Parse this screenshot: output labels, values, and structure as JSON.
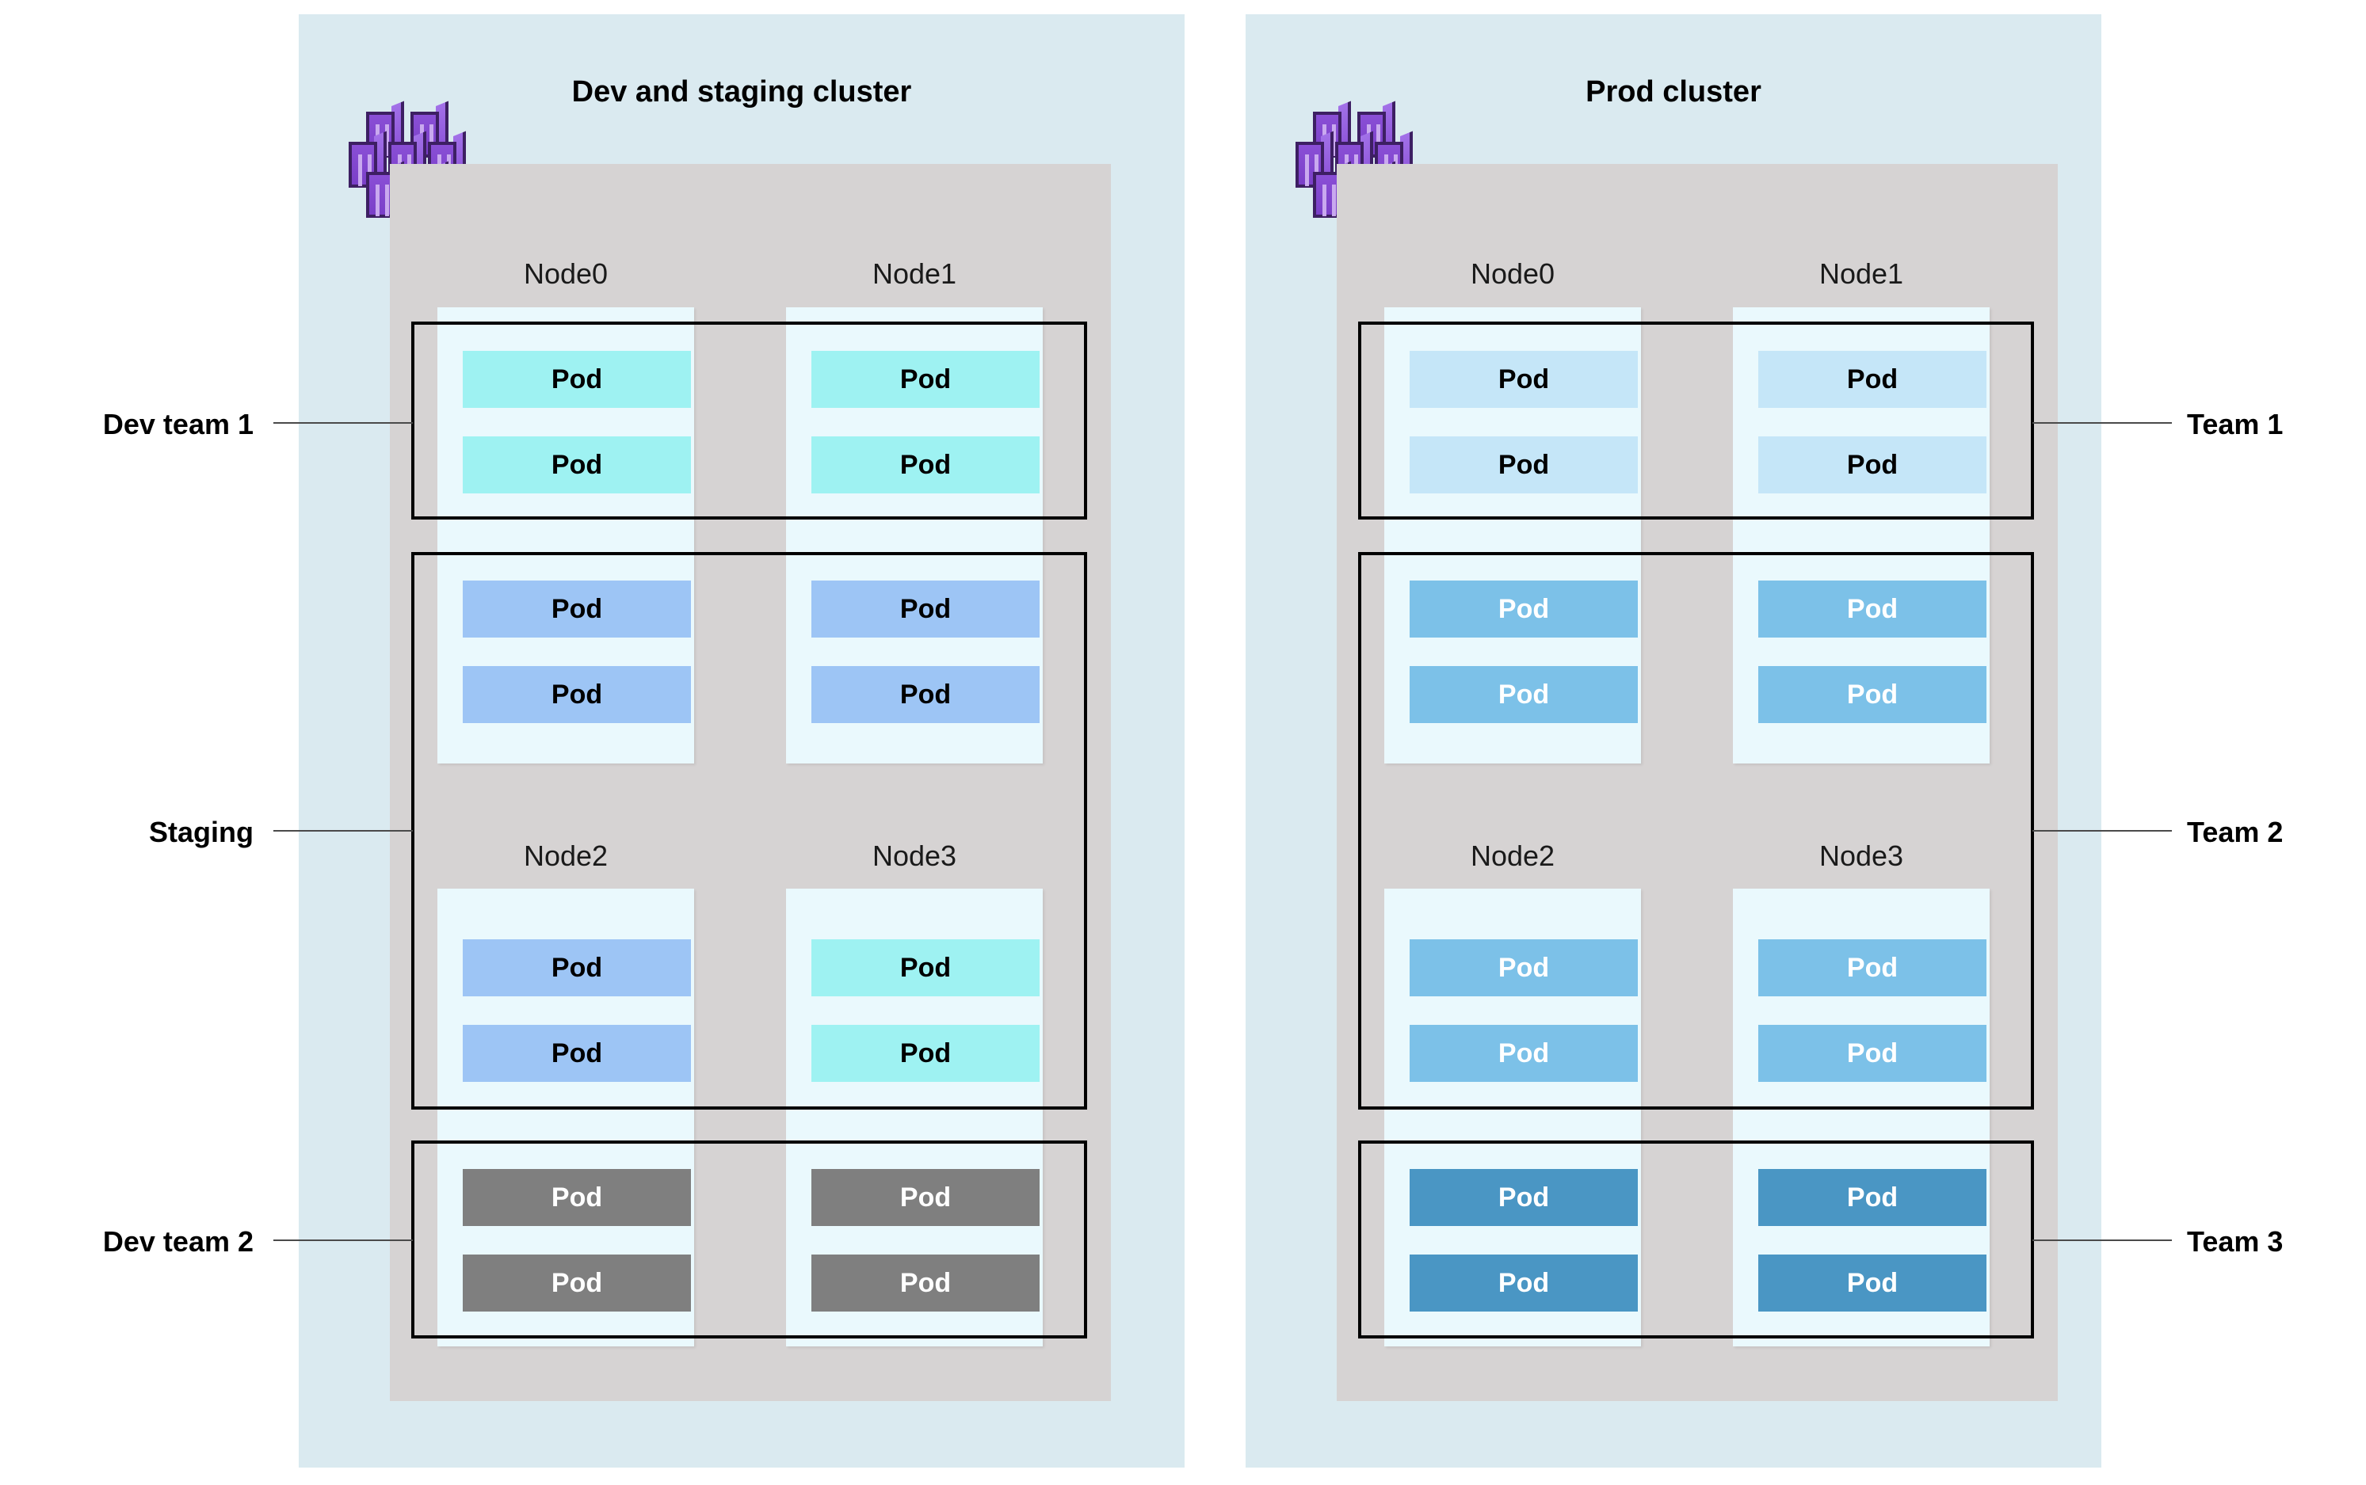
{
  "diagram": {
    "title_left": "Dev and staging cluster",
    "title_right": "Prod cluster",
    "pod_label": "Pod",
    "icon_name": "kubernetes-cluster-icon",
    "colors": {
      "panel_bg": "#daeaf0",
      "cluster_bg": "#d6d3d3",
      "node_bg": "#eaf9fd",
      "group_border": "#000000",
      "leader_line": "#4a4a4a",
      "icon_purple": "#8a4fd6",
      "pod_cyan": "#9ef2f2",
      "pod_blue": "#9dc5f5",
      "pod_gray": "#7f7f7f",
      "pod_lightblue": "#c5e6f8",
      "pod_skyblue": "#7cc1e8",
      "pod_steelblue": "#4a96c4"
    }
  },
  "clusters": [
    {
      "id": "dev-staging",
      "title": "Dev and staging cluster",
      "nodes": [
        "Node0",
        "Node1",
        "Node2",
        "Node3"
      ],
      "callouts": [
        {
          "label": "Dev team 1",
          "side": "left"
        },
        {
          "label": "Staging",
          "side": "left"
        },
        {
          "label": "Dev team 2",
          "side": "left"
        }
      ],
      "groups": [
        {
          "name": "Dev team 1",
          "pod_color": "#9ef2f2",
          "pod_text": "#000000"
        },
        {
          "name": "Staging",
          "pod_color": "#9dc5f5",
          "pod_text": "#000000"
        },
        {
          "name": "Dev team 2",
          "pod_color": "#7f7f7f",
          "pod_text": "#ffffff"
        }
      ]
    },
    {
      "id": "prod",
      "title": "Prod cluster",
      "nodes": [
        "Node0",
        "Node1",
        "Node2",
        "Node3"
      ],
      "callouts": [
        {
          "label": "Team 1",
          "side": "right"
        },
        {
          "label": "Team 2",
          "side": "right"
        },
        {
          "label": "Team 3",
          "side": "right"
        }
      ],
      "groups": [
        {
          "name": "Team 1",
          "pod_color": "#c5e6f8",
          "pod_text": "#000000"
        },
        {
          "name": "Team 2",
          "pod_color": "#7cc1e8",
          "pod_text": "#ffffff"
        },
        {
          "name": "Team 3",
          "pod_color": "#4a96c4",
          "pod_text": "#ffffff"
        }
      ]
    }
  ],
  "pods": {
    "left": {
      "node0": [
        {
          "row": 1,
          "label": "Pod",
          "color": "#9ef2f2",
          "text": "#000000"
        },
        {
          "row": 2,
          "label": "Pod",
          "color": "#9ef2f2",
          "text": "#000000"
        },
        {
          "row": 3,
          "label": "Pod",
          "color": "#9dc5f5",
          "text": "#000000"
        },
        {
          "row": 4,
          "label": "Pod",
          "color": "#9dc5f5",
          "text": "#000000"
        }
      ],
      "node1": [
        {
          "row": 1,
          "label": "Pod",
          "color": "#9ef2f2",
          "text": "#000000"
        },
        {
          "row": 2,
          "label": "Pod",
          "color": "#9ef2f2",
          "text": "#000000"
        },
        {
          "row": 3,
          "label": "Pod",
          "color": "#9dc5f5",
          "text": "#000000"
        },
        {
          "row": 4,
          "label": "Pod",
          "color": "#9dc5f5",
          "text": "#000000"
        }
      ],
      "node2": [
        {
          "row": 1,
          "label": "Pod",
          "color": "#9dc5f5",
          "text": "#000000"
        },
        {
          "row": 2,
          "label": "Pod",
          "color": "#9dc5f5",
          "text": "#000000"
        },
        {
          "row": 3,
          "label": "Pod",
          "color": "#7f7f7f",
          "text": "#ffffff"
        },
        {
          "row": 4,
          "label": "Pod",
          "color": "#7f7f7f",
          "text": "#ffffff"
        }
      ],
      "node3": [
        {
          "row": 1,
          "label": "Pod",
          "color": "#9ef2f2",
          "text": "#000000"
        },
        {
          "row": 2,
          "label": "Pod",
          "color": "#9ef2f2",
          "text": "#000000"
        },
        {
          "row": 3,
          "label": "Pod",
          "color": "#7f7f7f",
          "text": "#ffffff"
        },
        {
          "row": 4,
          "label": "Pod",
          "color": "#7f7f7f",
          "text": "#ffffff"
        }
      ]
    },
    "right": {
      "node0": [
        {
          "row": 1,
          "label": "Pod",
          "color": "#c5e6f8",
          "text": "#000000"
        },
        {
          "row": 2,
          "label": "Pod",
          "color": "#c5e6f8",
          "text": "#000000"
        },
        {
          "row": 3,
          "label": "Pod",
          "color": "#7cc1e8",
          "text": "#ffffff"
        },
        {
          "row": 4,
          "label": "Pod",
          "color": "#7cc1e8",
          "text": "#ffffff"
        }
      ],
      "node1": [
        {
          "row": 1,
          "label": "Pod",
          "color": "#c5e6f8",
          "text": "#000000"
        },
        {
          "row": 2,
          "label": "Pod",
          "color": "#c5e6f8",
          "text": "#000000"
        },
        {
          "row": 3,
          "label": "Pod",
          "color": "#7cc1e8",
          "text": "#ffffff"
        },
        {
          "row": 4,
          "label": "Pod",
          "color": "#7cc1e8",
          "text": "#ffffff"
        }
      ],
      "node2": [
        {
          "row": 1,
          "label": "Pod",
          "color": "#7cc1e8",
          "text": "#ffffff"
        },
        {
          "row": 2,
          "label": "Pod",
          "color": "#7cc1e8",
          "text": "#ffffff"
        },
        {
          "row": 3,
          "label": "Pod",
          "color": "#4a96c4",
          "text": "#ffffff"
        },
        {
          "row": 4,
          "label": "Pod",
          "color": "#4a96c4",
          "text": "#ffffff"
        }
      ],
      "node3": [
        {
          "row": 1,
          "label": "Pod",
          "color": "#7cc1e8",
          "text": "#ffffff"
        },
        {
          "row": 2,
          "label": "Pod",
          "color": "#7cc1e8",
          "text": "#ffffff"
        },
        {
          "row": 3,
          "label": "Pod",
          "color": "#4a96c4",
          "text": "#ffffff"
        },
        {
          "row": 4,
          "label": "Pod",
          "color": "#4a96c4",
          "text": "#ffffff"
        }
      ]
    }
  }
}
